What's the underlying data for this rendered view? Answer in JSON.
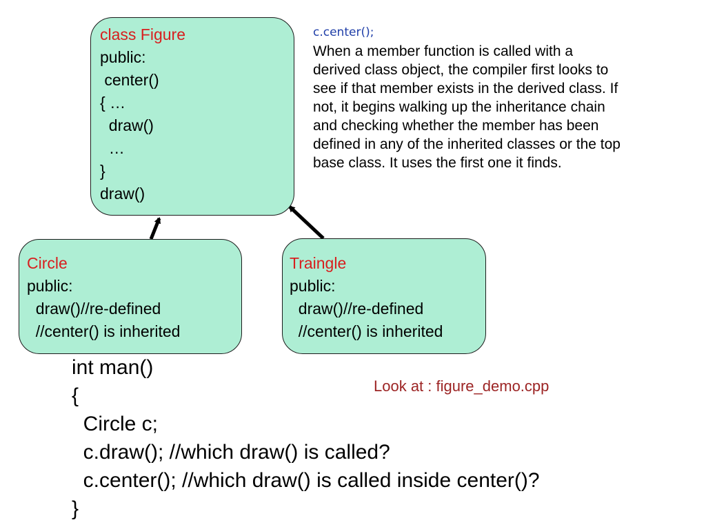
{
  "figure_class": {
    "title": "class Figure",
    "lines": [
      "public:",
      " center()",
      "{ …",
      "  draw()",
      "  …",
      "}",
      "draw()"
    ]
  },
  "circle_class": {
    "title": "Circle",
    "lines": [
      "public:",
      "  draw()//re-defined",
      "  //center() is inherited"
    ]
  },
  "traingle_class": {
    "title": "Traingle",
    "lines": [
      "public:",
      "  draw()//re-defined",
      "  //center() is inherited"
    ]
  },
  "note": {
    "title": "c.center();",
    "lines": [
      "When a member function is called with a",
      "derived class object, the compiler first looks to",
      "see if that member exists in the derived class. If",
      "not, it begins walking up the inheritance chain",
      "and checking whether the member has been",
      "defined in any of the inherited classes or the top",
      "base class. It uses the first one it finds."
    ]
  },
  "code": {
    "lines": [
      "int man()",
      "{",
      "  Circle c;",
      "  c.draw(); //which draw() is called?",
      "  c.center(); //which draw() is called inside center()?",
      "}"
    ]
  },
  "lookat": "Look at : figure_demo.cpp",
  "colors": {
    "box_fill": "#aeeed4",
    "class_title": "#d81e1e",
    "note_title": "#1f3ea8",
    "lookat": "#9c2424"
  }
}
